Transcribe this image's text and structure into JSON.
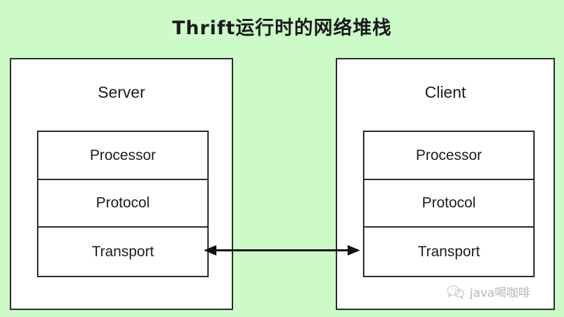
{
  "diagram": {
    "title": "Thrift运行时的网络堆栈",
    "background_color": "#ccfbc8",
    "line_color": "#2b2b2b",
    "box_fill": "#ffffff",
    "nodes": [
      {
        "id": "server",
        "title": "Server",
        "layers": [
          {
            "label": "Processor"
          },
          {
            "label": "Protocol"
          },
          {
            "label": "Transport"
          }
        ]
      },
      {
        "id": "client",
        "title": "Client",
        "layers": [
          {
            "label": "Processor"
          },
          {
            "label": "Protocol"
          },
          {
            "label": "Transport"
          }
        ]
      }
    ],
    "connector": {
      "name": "transport-link",
      "from": "server.Transport",
      "to": "client.Transport",
      "direction": "bidirectional",
      "label": ""
    }
  },
  "watermark": {
    "icon": "wechat-icon",
    "text": "java喝咖啡"
  }
}
